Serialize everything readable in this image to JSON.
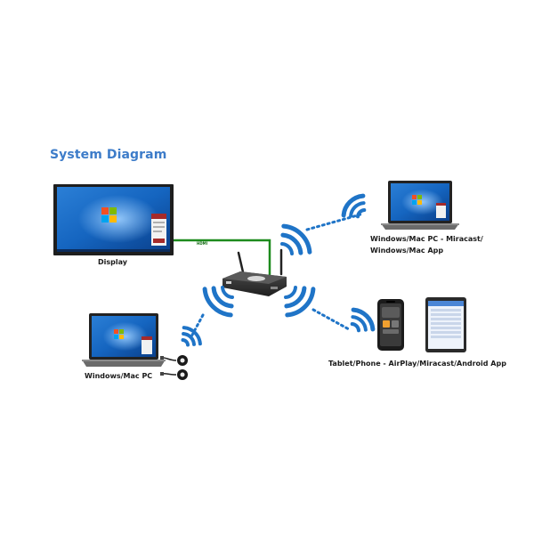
{
  "title": "System Diagram",
  "labels": {
    "display": "Display",
    "hdmi": "HDMI",
    "windows_mac_pc_left": "Windows/Mac PC",
    "windows_mac_pc_miracast_line1": "Windows/Mac PC - Miracast/",
    "windows_mac_pc_miracast_line2": "Windows/Mac App",
    "tablet_phone": "Tablet/Phone - AirPlay/Miracast/Android App"
  },
  "colors": {
    "title_blue": "#3d7cc9",
    "wireless_blue": "#1f74c7",
    "hdmi_green": "#1d8a1d",
    "device_dark": "#2c2c2c"
  },
  "icons": {
    "display": "monitor-icon",
    "receiver": "wireless-receiver-icon",
    "laptop": "laptop-icon",
    "dongle": "usb-button-dongle-icon",
    "phone": "smartphone-icon",
    "tablet": "tablet-icon",
    "wireless": "wifi-signal-icon"
  }
}
